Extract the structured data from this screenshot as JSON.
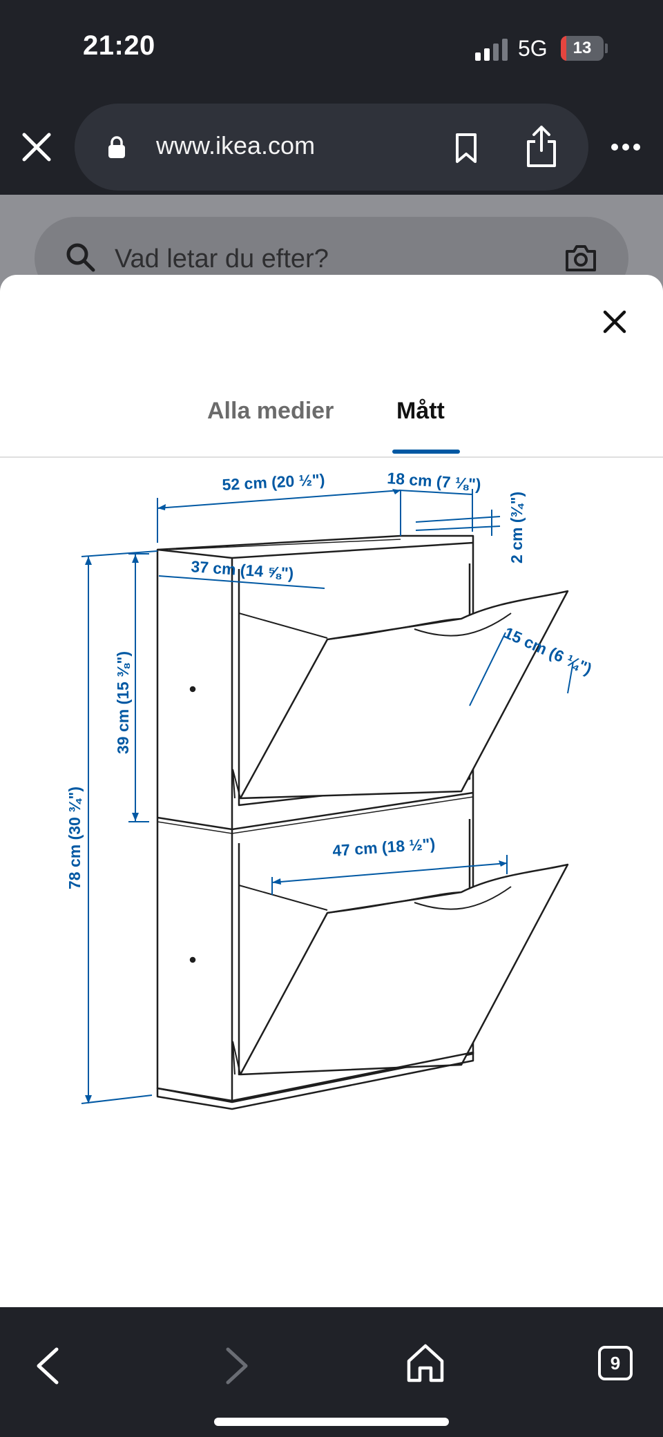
{
  "status_bar": {
    "time": "21:20",
    "network": "5G",
    "battery_level": "13",
    "battery_fraction": 0.13,
    "signal_bars": 4,
    "signal_bars_active": 2,
    "battery_color": "#e5453f"
  },
  "browser": {
    "url": "www.ikea.com",
    "icons": [
      "close-icon",
      "lock-icon",
      "bookmark-icon",
      "share-icon",
      "more-icon"
    ]
  },
  "page_behind": {
    "search_placeholder": "Vad letar du efter?",
    "icons": [
      "search-icon",
      "camera-icon"
    ]
  },
  "media_sheet": {
    "tabs": [
      {
        "label": "Alla medier",
        "selected": false
      },
      {
        "label": "Mått",
        "selected": true
      }
    ],
    "accent_color": "#0058a3",
    "dimensions": {
      "width_total": "52 cm (20 ½\")",
      "depth_total": "18 cm (7 ⅛\")",
      "top_thickness": "2 cm (¾\")",
      "inner_width_upper": "37 cm (14 ⅝\")",
      "compartment_height": "39 cm (15 ⅜\")",
      "height_total": "78 cm (30 ¾\")",
      "inner_width_lower": "47 cm (18 ½\")",
      "drawer_depth": "15 cm (6 ¼\")"
    }
  },
  "bottom_toolbar": {
    "tab_count": "9",
    "icons": [
      "back-icon",
      "forward-icon",
      "home-icon",
      "tabs-icon"
    ]
  }
}
